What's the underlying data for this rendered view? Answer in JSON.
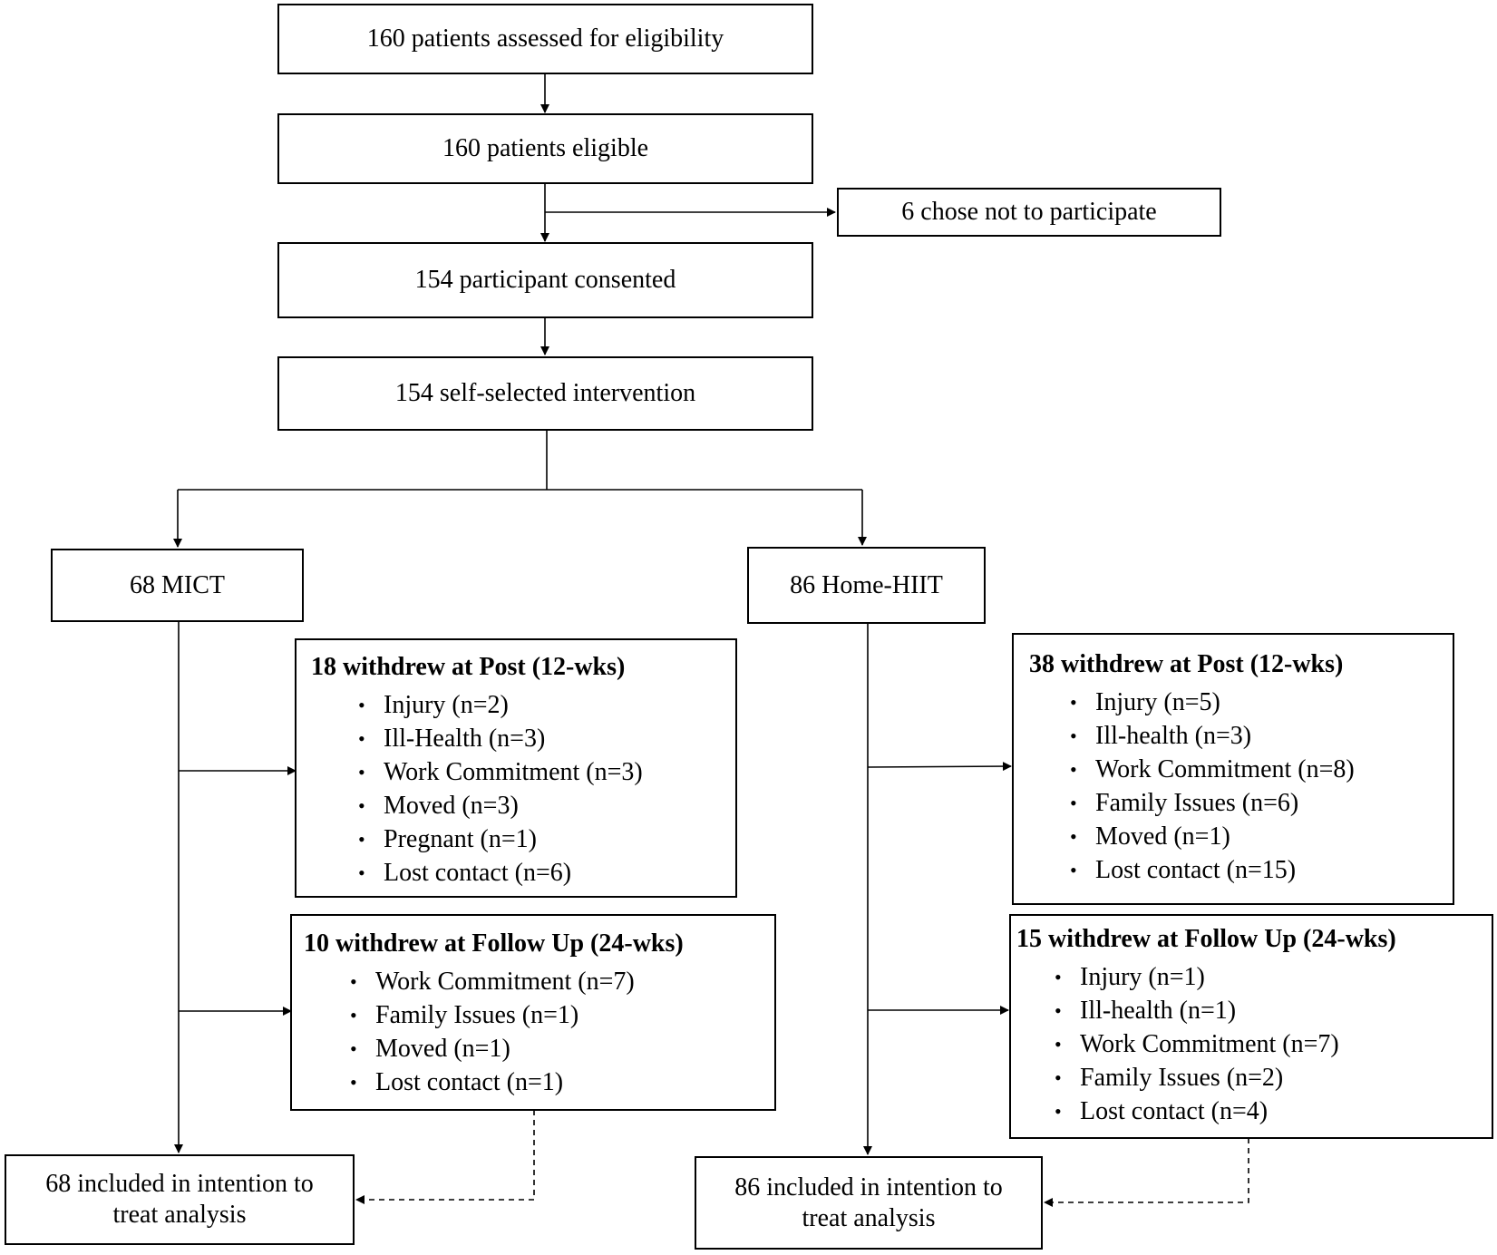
{
  "boxes": {
    "assessed": "160 patients assessed for eligibility",
    "eligible": "160 patients eligible",
    "declined": "6 chose not to participate",
    "consented": "154 participant consented",
    "selected": "154 self-selected intervention",
    "mict": "68 MICT",
    "hiit": "86 Home-HIIT"
  },
  "mict_post": {
    "heading": "18 withdrew at Post (12-wks)",
    "items": [
      "Injury (n=2)",
      "Ill-Health (n=3)",
      "Work Commitment (n=3)",
      "Moved (n=3)",
      "Pregnant (n=1)",
      "Lost contact (n=6)"
    ]
  },
  "mict_followup": {
    "heading": "10 withdrew at Follow Up (24-wks)",
    "items": [
      "Work Commitment (n=7)",
      "Family Issues (n=1)",
      "Moved (n=1)",
      "Lost contact (n=1)"
    ]
  },
  "hiit_post": {
    "heading": "38 withdrew at Post (12-wks)",
    "items": [
      "Injury (n=5)",
      "Ill-health (n=3)",
      "Work Commitment (n=8)",
      "Family Issues (n=6)",
      "Moved (n=1)",
      "Lost contact (n=15)"
    ]
  },
  "hiit_followup": {
    "heading": "15 withdrew at Follow Up (24-wks)",
    "items": [
      "Injury (n=1)",
      "Ill-health (n=1)",
      "Work Commitment (n=7)",
      "Family Issues (n=2)",
      "Lost contact (n=4)"
    ]
  },
  "itt": {
    "mict_line1": "68 included in intention to",
    "mict_line2": "treat analysis",
    "hiit_line1": "86 included in intention to",
    "hiit_line2": "treat analysis"
  }
}
